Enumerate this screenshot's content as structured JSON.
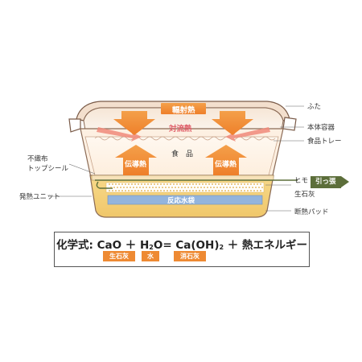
{
  "diagram": {
    "heat_labels": {
      "radiant": "輻射熱",
      "convection": "対流熱",
      "conduction_left": "伝導熱",
      "conduction_right": "伝導熱",
      "food": "食　品",
      "reaction_bag": "反応水袋"
    },
    "callouts_right": {
      "lid": "ふた",
      "container": "本体容器",
      "food_tray": "食品トレー",
      "string": "ヒモ",
      "quicklime": "生石灰",
      "insulation_pad": "断熱パッド"
    },
    "callouts_left": {
      "nonwoven_line1": "不織布",
      "nonwoven_line2": "トップシール",
      "heating_unit": "発熱ユニット"
    },
    "pull_tag": "引っ張る",
    "colors": {
      "arrow_orange": "#ee8a33",
      "arrow_pink": "#f08a7a",
      "heater_yellow": "#f2cf6e",
      "bag_blue": "#93b4dd",
      "tag_green": "#5c6e3a"
    }
  },
  "formula": {
    "prefix": "化学式: CaO ＋ H",
    "h2o_sub": "2",
    "mid": "O= Ca(OH)",
    "ca_sub": "2",
    "suffix": " ＋ 熱エネルギー",
    "tags": {
      "quicklime": "生石灰",
      "water": "水",
      "slaked_lime": "消石灰"
    }
  }
}
